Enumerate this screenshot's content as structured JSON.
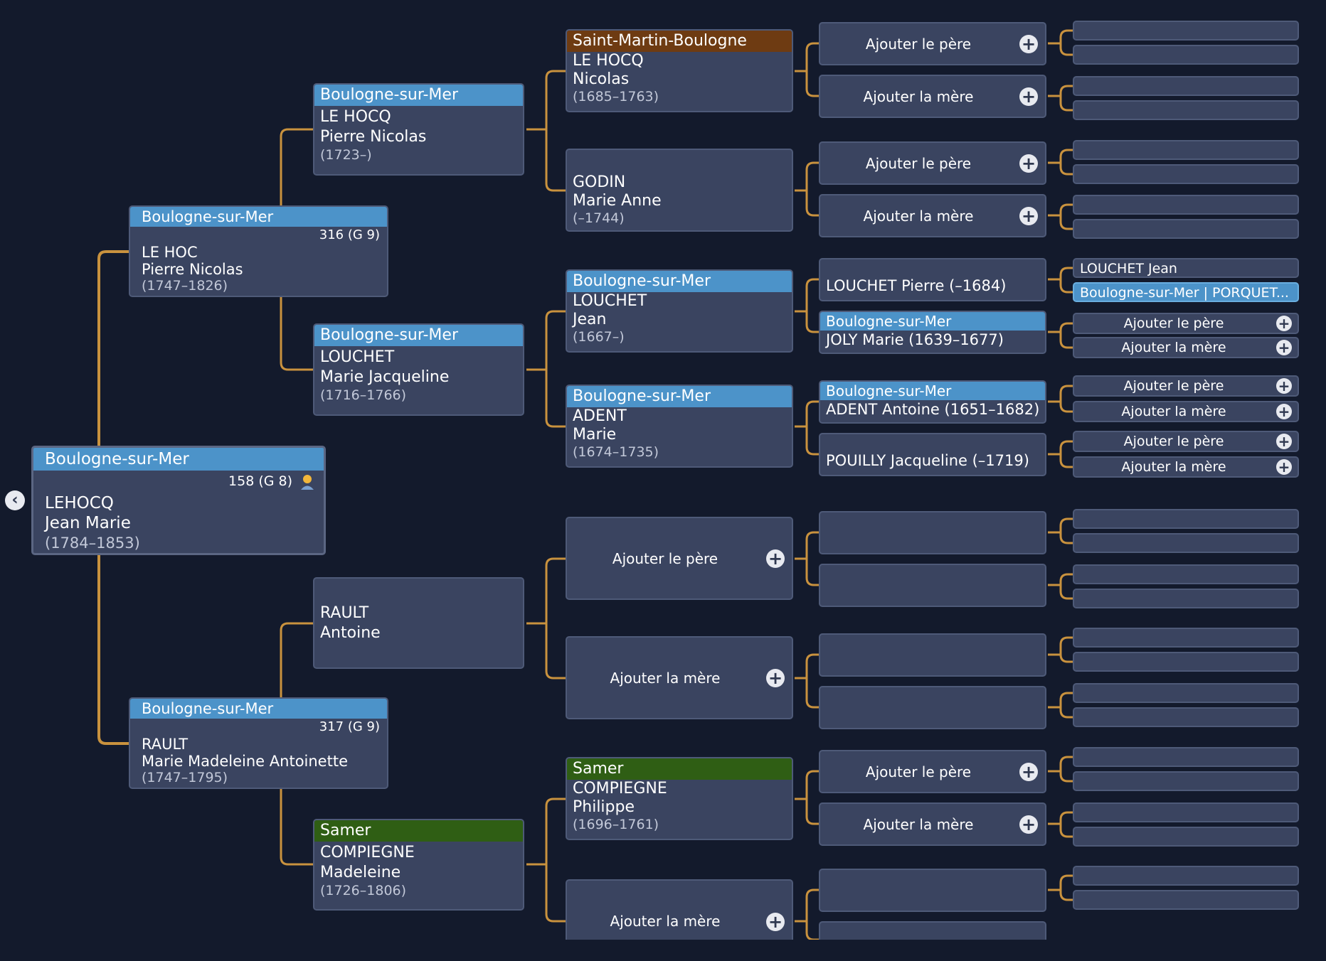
{
  "colors": {
    "background": "#131a2c",
    "box": "#3a4460",
    "box_border": "#4e5a78",
    "connector": "#c9923e",
    "place_blue": "#4c93c9",
    "place_brown": "#6e3b12",
    "place_green": "#2f5e14"
  },
  "icons": {
    "back": "chevron-left-icon",
    "add": "plus-circle-icon",
    "root_badge": "person-icon"
  },
  "labels": {
    "add_father": "Ajouter le père",
    "add_mother": "Ajouter la mère"
  },
  "root": {
    "place": "Boulogne-sur-Mer",
    "number": "158 (G 8)",
    "lastname": "LEHOCQ",
    "firstname": "Jean Marie",
    "dates": "(1784–1853)"
  },
  "gen1": [
    {
      "place": "Boulogne-sur-Mer",
      "number": "316 (G 9)",
      "lastname": "LE HOC",
      "firstname": "Pierre Nicolas",
      "dates": "(1747–1826)"
    },
    {
      "place": "Boulogne-sur-Mer",
      "number": "317 (G 9)",
      "lastname": "RAULT",
      "firstname": "Marie Madeleine Antoinette",
      "dates": "(1747–1795)"
    }
  ],
  "gen2": [
    {
      "place": "Boulogne-sur-Mer",
      "lastname": "LE HOCQ",
      "firstname": "Pierre Nicolas",
      "dates": "(1723–)"
    },
    {
      "place": "Boulogne-sur-Mer",
      "lastname": "LOUCHET",
      "firstname": "Marie Jacqueline",
      "dates": "(1716–1766)"
    },
    {
      "lastname": "RAULT",
      "firstname": "Antoine"
    },
    {
      "place": "Samer",
      "lastname": "COMPIEGNE",
      "firstname": "Madeleine",
      "dates": "(1726–1806)"
    }
  ],
  "gen3": [
    {
      "place": "Saint-Martin-Boulogne",
      "lastname": "LE HOCQ",
      "firstname": "Nicolas",
      "dates": "(1685–1763)"
    },
    {
      "lastname": "GODIN",
      "firstname": "Marie Anne",
      "dates": "(–1744)"
    },
    {
      "place": "Boulogne-sur-Mer",
      "lastname": "LOUCHET",
      "firstname": "Jean",
      "dates": "(1667–)"
    },
    {
      "place": "Boulogne-sur-Mer",
      "lastname": "ADENT",
      "firstname": "Marie",
      "dates": "(1674–1735)"
    },
    {
      "place": "Samer",
      "lastname": "COMPIEGNE",
      "firstname": "Philippe",
      "dates": "(1696–1761)"
    }
  ],
  "gen4": [
    {
      "name": "LOUCHET Pierre (–1684)"
    },
    {
      "place": "Boulogne-sur-Mer",
      "name": "JOLY Marie (1639–1677)"
    },
    {
      "place": "Boulogne-sur-Mer",
      "name": "ADENT Antoine (1651–1682)"
    },
    {
      "name": "POUILLY Jacqueline (–1719)"
    }
  ],
  "gen5": [
    {
      "name": "LOUCHET Jean"
    },
    {
      "name": "Boulogne-sur-Mer | PORQUET..."
    }
  ]
}
